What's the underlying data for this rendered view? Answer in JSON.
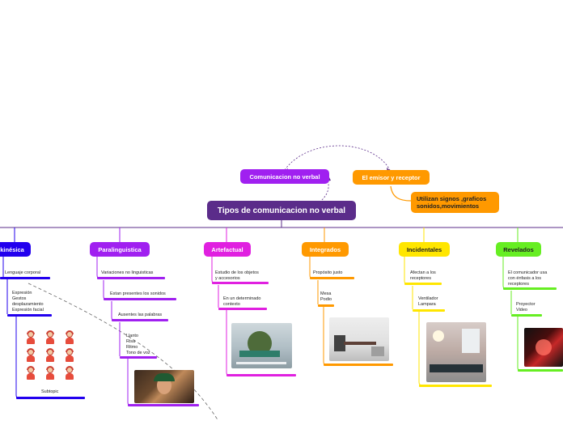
{
  "colors": {
    "purple_dark": "#5b2c8a",
    "purple": "#a020f0",
    "magenta": "#e020e0",
    "orange": "#ff9900",
    "yellow": "#ffe600",
    "green": "#66ee22",
    "blue": "#2200ee"
  },
  "diagram": {
    "main": "Tipos de comunicacion no verbal",
    "top_left": "Comunicacion no verbal",
    "top_right": "El emisor y receptor",
    "top_right_note": "Utilizan signos ,graficos sonidos,movimientos"
  },
  "kinesica": {
    "title": "kinésica",
    "item1": "Lenguaje corporal",
    "item2": "Expresión\nGestos\ndesplazamiento\nExpresión facial",
    "subtopic": "Subtopic"
  },
  "paralinguistica": {
    "title": "Paralinguistica",
    "item1": "Variaciones no linguisticas",
    "item2": "Estan presentes los sonidos",
    "item3": "Ausentes las palabras",
    "item4": "Llanto\nRisa\nRitmo\nTono de voz"
  },
  "artefactual": {
    "title": "Artefactual",
    "item1": "Estudio de los objetos\ny accesorios",
    "item2": "En un determinado\ncontexto"
  },
  "integrados": {
    "title": "Integrados",
    "item1": "Propósito justo",
    "item2": "Mesa\nPodio"
  },
  "incidentales": {
    "title": "Incidentales",
    "item1": "Afectan a los\nreceptores",
    "item2": "Ventilador\nLampara"
  },
  "revelados": {
    "title": "Revelados",
    "item1": "El comunicador usa\ncon énfasis a los\nreceptores",
    "item2": "Proyector\nVideo"
  }
}
